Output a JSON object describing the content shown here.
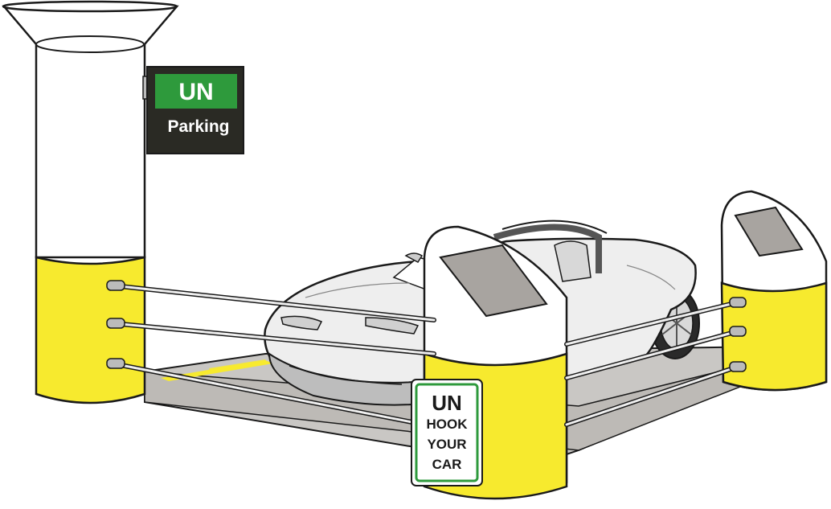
{
  "signs": {
    "parking_sign": {
      "top_text": "UN",
      "bottom_text": "Parking",
      "top_color": "#2e9a3c",
      "panel_color": "#2a2a24"
    },
    "hook_sign": {
      "line1": "UN",
      "line2": "HOOK",
      "line3": "YOUR",
      "line4": "CAR",
      "border_color": "#2e9a3c"
    }
  },
  "colors": {
    "bollard_yellow": "#f7ea2e",
    "pillar_white": "#ffffff",
    "platform_gray": "#c9c7c4",
    "car_body": "#eeeeee",
    "screen_gray": "#a8a4a0",
    "outline": "#1a1a1a"
  }
}
